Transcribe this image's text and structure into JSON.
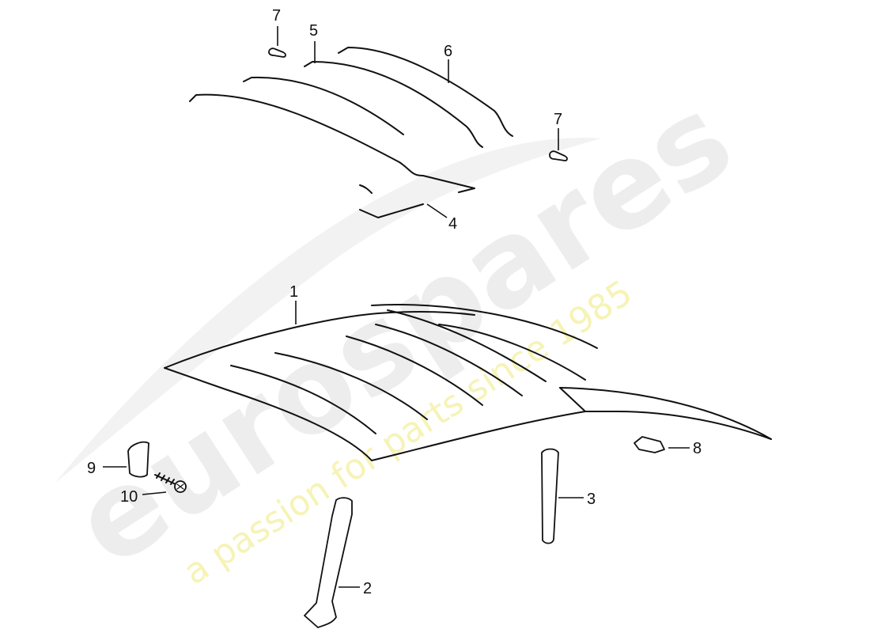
{
  "watermark": {
    "logo_text": "eurospares",
    "tagline": "a passion for parts since 1985",
    "logo_color": "#e6e6e6",
    "tagline_color": "#f3ef9e"
  },
  "diagram": {
    "line_color": "#111111",
    "background": "#ffffff"
  },
  "callouts": [
    {
      "id": "c1",
      "label": "1"
    },
    {
      "id": "c2",
      "label": "2"
    },
    {
      "id": "c3",
      "label": "3"
    },
    {
      "id": "c4",
      "label": "4"
    },
    {
      "id": "c5",
      "label": "5"
    },
    {
      "id": "c6",
      "label": "6"
    },
    {
      "id": "c7a",
      "label": "7"
    },
    {
      "id": "c7b",
      "label": "7"
    },
    {
      "id": "c8",
      "label": "8"
    },
    {
      "id": "c9",
      "label": "9"
    },
    {
      "id": "c10",
      "label": "10"
    }
  ]
}
